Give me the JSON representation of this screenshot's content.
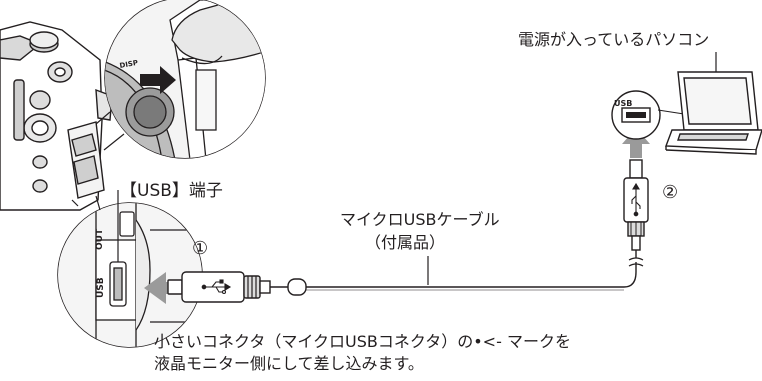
{
  "labels": {
    "pc": "電源が入っているパソコン",
    "usb_port": "【USB】端子",
    "cable_name": "マイクロUSBケーブル",
    "cable_note": "（付属品）",
    "step1": "①",
    "step2": "②",
    "instruction_line1": "小さいコネクタ（マイクロUSBコネクタ）の•<- マークを",
    "instruction_line2": "液晶モニター側にして差し込みます。",
    "pc_usb_badge": "USB",
    "camera_disp": "DISP",
    "port_out": "OUT",
    "port_usb": "USB"
  },
  "colors": {
    "line": "#231f20",
    "arrow": "#9a9a9a",
    "white": "#ffffff"
  },
  "icons": [
    "usb-symbol-icon",
    "insert-arrow-icon",
    "arrow-up-icon"
  ]
}
